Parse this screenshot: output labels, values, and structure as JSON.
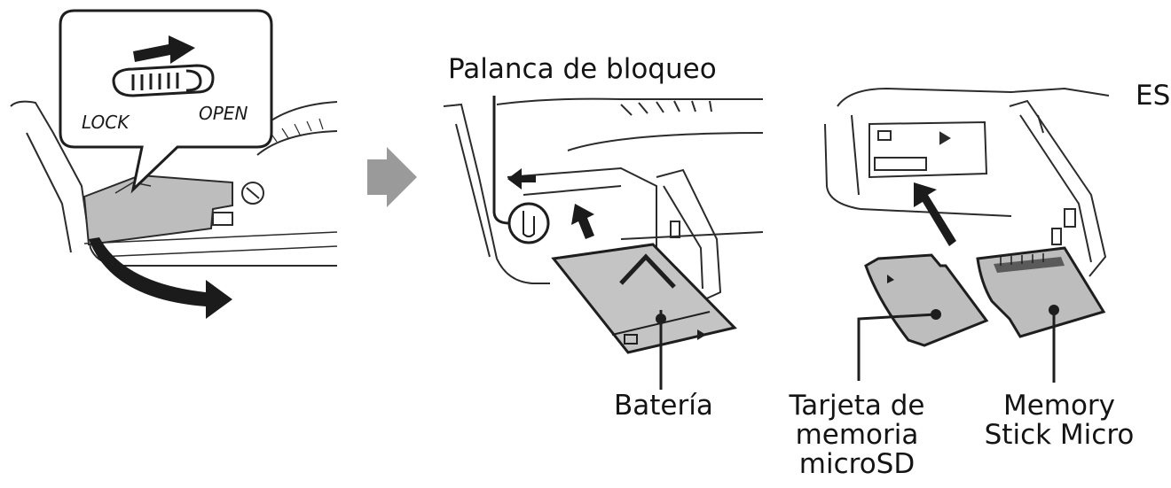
{
  "page_label": "ES",
  "panel1": {
    "lock_label": "LOCK",
    "open_label": "OPEN"
  },
  "panel2": {
    "lock_lever_label": "Palanca de bloqueo",
    "battery_label": "Batería"
  },
  "panel3": {
    "microsd_label": [
      "Tarjeta de",
      "memoria",
      "microSD"
    ],
    "memory_stick_label": [
      "Memory",
      "Stick Micro"
    ]
  }
}
